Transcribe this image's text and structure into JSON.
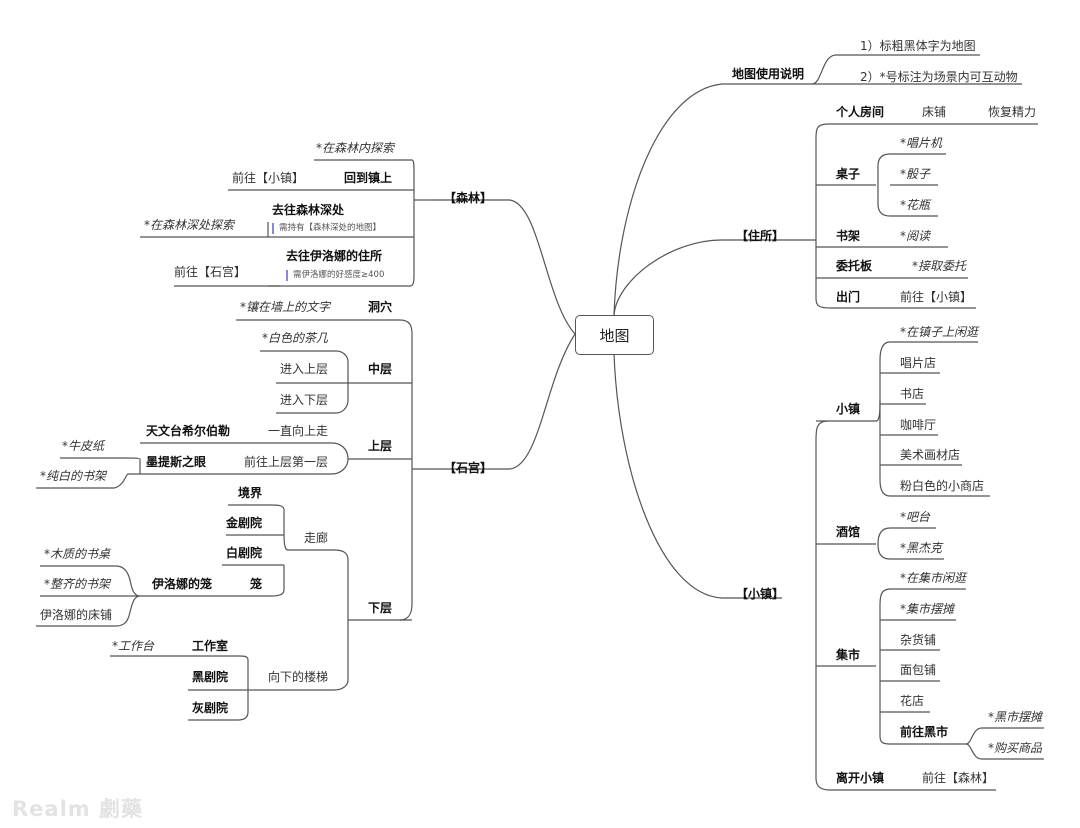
{
  "root": "地图",
  "watermark": "Realm 劇藥",
  "legend": {
    "title": "地图使用说明",
    "items": [
      "1）标粗黑体字为地图",
      "2）*号标注为场景内可互动物"
    ]
  },
  "residence": {
    "title": "【住所】",
    "personal_room": {
      "label": "个人房间",
      "bed": "床铺",
      "recover": "恢复精力"
    },
    "desk": {
      "label": "桌子",
      "items": [
        "*唱片机",
        "*骰子",
        "*花瓶"
      ]
    },
    "bookshelf": {
      "label": "书架",
      "action": "*阅读"
    },
    "board": {
      "label": "委托板",
      "action": "*接取委托"
    },
    "exit": {
      "label": "出门",
      "action": "前往【小镇】"
    }
  },
  "town": {
    "title": "【小镇】",
    "town": {
      "label": "小镇",
      "items": [
        "*在镇子上闲逛",
        "唱片店",
        "书店",
        "咖啡厅",
        "美术画材店",
        "粉白色的小商店"
      ]
    },
    "tavern": {
      "label": "酒馆",
      "items": [
        "*吧台",
        "*黑杰克"
      ]
    },
    "market": {
      "label": "集市",
      "items": [
        "*在集市闲逛",
        "*集市摆摊",
        "杂货铺",
        "面包铺",
        "花店"
      ],
      "black_market": {
        "label": "前往黑市",
        "items": [
          "*黑市摆摊",
          "*购买商品"
        ]
      }
    },
    "leave": {
      "label": "离开小镇",
      "action": "前往【森林】"
    }
  },
  "forest": {
    "title": "【森林】",
    "explore": "*在森林内探索",
    "back": {
      "label": "回到镇上",
      "action": "前往【小镇】"
    },
    "deep": {
      "label": "去往森林深处",
      "note": "需持有【森林深处的地图】",
      "action": "*在森林深处探索"
    },
    "iloana": {
      "label": "去往伊洛娜的住所",
      "note": "需伊洛娜的好感度≥400",
      "action": "前往【石宫】"
    }
  },
  "palace": {
    "title": "【石宫】",
    "cave": {
      "label": "洞穴",
      "item": "*镶在墙上的文字"
    },
    "middle": {
      "label": "中层",
      "items": [
        "*白色的茶几",
        "进入上层",
        "进入下层"
      ]
    },
    "upper": {
      "label": "上层",
      "upward": {
        "label": "一直向上走",
        "target": "天文台希尔伯勒"
      },
      "first": {
        "label": "前往上层第一层",
        "target": "墨提斯之眼",
        "items": [
          "*牛皮纸",
          "*纯白的书架"
        ]
      }
    },
    "lower": {
      "label": "下层",
      "corridor": {
        "label": "走廊",
        "items": [
          "境界",
          "金剧院",
          "白剧院",
          "笼"
        ],
        "cage": {
          "label": "伊洛娜的笼",
          "items": [
            "*木质的书桌",
            "*整齐的书架",
            "伊洛娜的床铺"
          ]
        }
      },
      "stairs": {
        "label": "向下的楼梯",
        "items": [
          "工作室",
          "黑剧院",
          "灰剧院"
        ],
        "workshop_item": "*工作台"
      }
    }
  }
}
